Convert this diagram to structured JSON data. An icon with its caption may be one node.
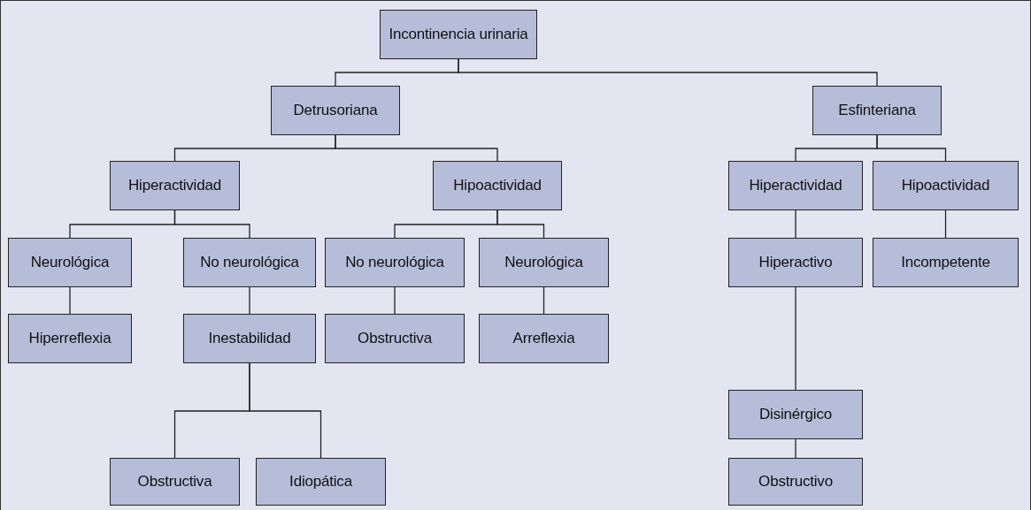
{
  "diagram": {
    "nodes": [
      {
        "text": [
          "Incontinencia urinaria"
        ]
      },
      {
        "text": [
          "Detrusoriana"
        ]
      },
      {
        "text": [
          "Esfinteriana"
        ]
      },
      {
        "text": [
          "Hiperactividad"
        ]
      },
      {
        "text": [
          "Hipoactividad"
        ]
      },
      {
        "text": [
          "Hiperactividad"
        ]
      },
      {
        "text": [
          "Hipoactividad"
        ]
      },
      {
        "text": [
          "Neurológica"
        ]
      },
      {
        "text": [
          "No neurológica"
        ]
      },
      {
        "text": [
          "No neurológica"
        ]
      },
      {
        "text": [
          "Neurológica"
        ]
      },
      {
        "text": [
          "Hiperactivo"
        ]
      },
      {
        "text": [
          "Incompetente"
        ]
      },
      {
        "text": [
          "Hiperreflexia"
        ]
      },
      {
        "text": [
          "Inestabilidad"
        ]
      },
      {
        "text": [
          "Obstructiva"
        ]
      },
      {
        "text": [
          "Arreflexia"
        ]
      },
      {
        "text": [
          "Disinérgico"
        ]
      },
      {
        "text": [
          "Obstructiva"
        ]
      },
      {
        "text": [
          "Idiopática"
        ]
      },
      {
        "text": [
          "Obstructivo"
        ]
      }
    ],
    "edges": [
      {
        "from": 0,
        "to": 1,
        "arrow": "none"
      },
      {
        "from": 0,
        "to": 2,
        "arrow": "none"
      },
      {
        "from": 1,
        "to": 3,
        "arrow": "none"
      },
      {
        "from": 1,
        "to": 4,
        "arrow": "none"
      },
      {
        "from": 2,
        "to": 5,
        "arrow": "none"
      },
      {
        "from": 2,
        "to": 6,
        "arrow": "none"
      },
      {
        "from": 3,
        "to": 7,
        "arrow": "none"
      },
      {
        "from": 3,
        "to": 8,
        "arrow": "none"
      },
      {
        "from": 4,
        "to": 9,
        "arrow": "none"
      },
      {
        "from": 4,
        "to": 10,
        "arrow": "none"
      },
      {
        "from": 5,
        "to": 11,
        "arrow": "none"
      },
      {
        "from": 6,
        "to": 12,
        "arrow": "none"
      },
      {
        "from": 7,
        "to": 13,
        "arrow": "none"
      },
      {
        "from": 8,
        "to": 14,
        "arrow": "none"
      },
      {
        "from": 9,
        "to": 15,
        "arrow": "none"
      },
      {
        "from": 10,
        "to": 16,
        "arrow": "none"
      },
      {
        "from": 11,
        "to": 17,
        "arrow": "none"
      },
      {
        "from": 14,
        "to": 18,
        "arrow": "none"
      },
      {
        "from": 14,
        "to": 19,
        "arrow": "none"
      },
      {
        "from": 17,
        "to": 20,
        "arrow": "none"
      }
    ]
  }
}
